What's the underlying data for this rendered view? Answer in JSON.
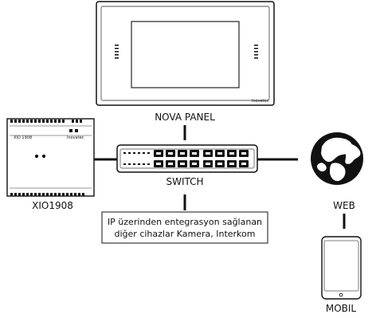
{
  "diagram": {
    "nodes": {
      "panel": {
        "label": "NOVA PANEL",
        "brand": "Inovatec"
      },
      "switch": {
        "label": "SWITCH"
      },
      "io": {
        "label": "XIO1908",
        "model": "XIO 1908",
        "brand": "Inovatec"
      },
      "web": {
        "label": "WEB"
      },
      "mobile": {
        "label": "MOBIL"
      }
    },
    "note": {
      "line1": "IP üzerinden entegrasyon sağlanan",
      "line2": "diğer cihazlar Kamera, Interkom"
    },
    "icons": [
      "panel-icon",
      "switch-icon",
      "io-module-icon",
      "globe-icon",
      "phone-icon"
    ]
  }
}
